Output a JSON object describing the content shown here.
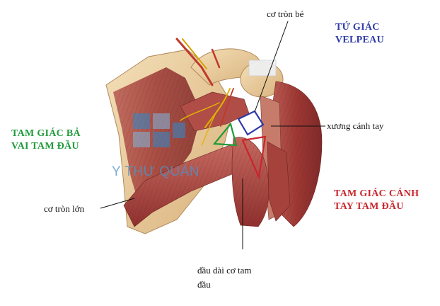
{
  "labels": {
    "teres_minor": "cơ tròn bé",
    "velpeau_line1": "TỨ GIÁC",
    "velpeau_line2": "VELPEAU",
    "humerus": "xương cánh tay",
    "triangle_scapular_line1": "TAM GIÁC BẢ",
    "triangle_scapular_line2": "VAI TAM ĐẦU",
    "triangle_humeral_line1": "TAM GIÁC CÁNH",
    "triangle_humeral_line2": "TAY TAM ĐẦU",
    "teres_major": "cơ tròn lớn",
    "triceps_long_line1": "đầu dài cơ tam",
    "triceps_long_line2": "đầu"
  },
  "watermark": "Y THƯ QUÁN",
  "colors": {
    "velpeau": "#2e3aa8",
    "scapular_triangle": "#1f9a3a",
    "humeral_triangle": "#c8262c",
    "text": "#111111",
    "muscle": "#a8413e",
    "bone": "#e8c99a"
  }
}
